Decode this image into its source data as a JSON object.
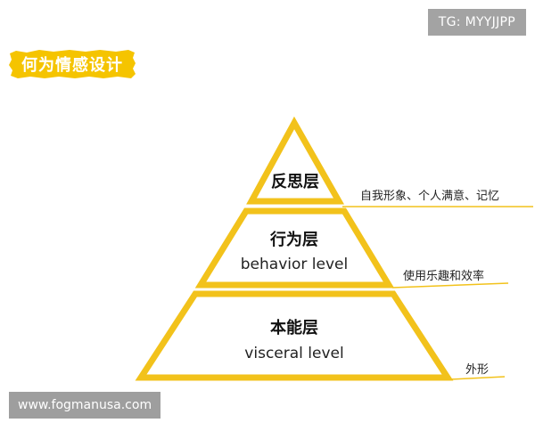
{
  "tag_badge": {
    "text": "TG: MYYJJPP"
  },
  "title": {
    "text": "何为情感设计"
  },
  "pyramid": {
    "top": {
      "title": "反思层",
      "side_label": "自我形象、个人满意、记忆"
    },
    "middle": {
      "title": "行为层",
      "subtitle": "behavior level",
      "side_label": "使用乐趣和效率"
    },
    "bottom": {
      "title": "本能层",
      "subtitle": "visceral level",
      "side_label": "外形"
    }
  },
  "colors": {
    "accent_yellow": "#f2c21b",
    "banner_yellow": "#f5c400",
    "text_dark": "#111111",
    "badge_gray": "#a3a3a3"
  },
  "watermark": {
    "text": "www.fogmanusa.com"
  }
}
